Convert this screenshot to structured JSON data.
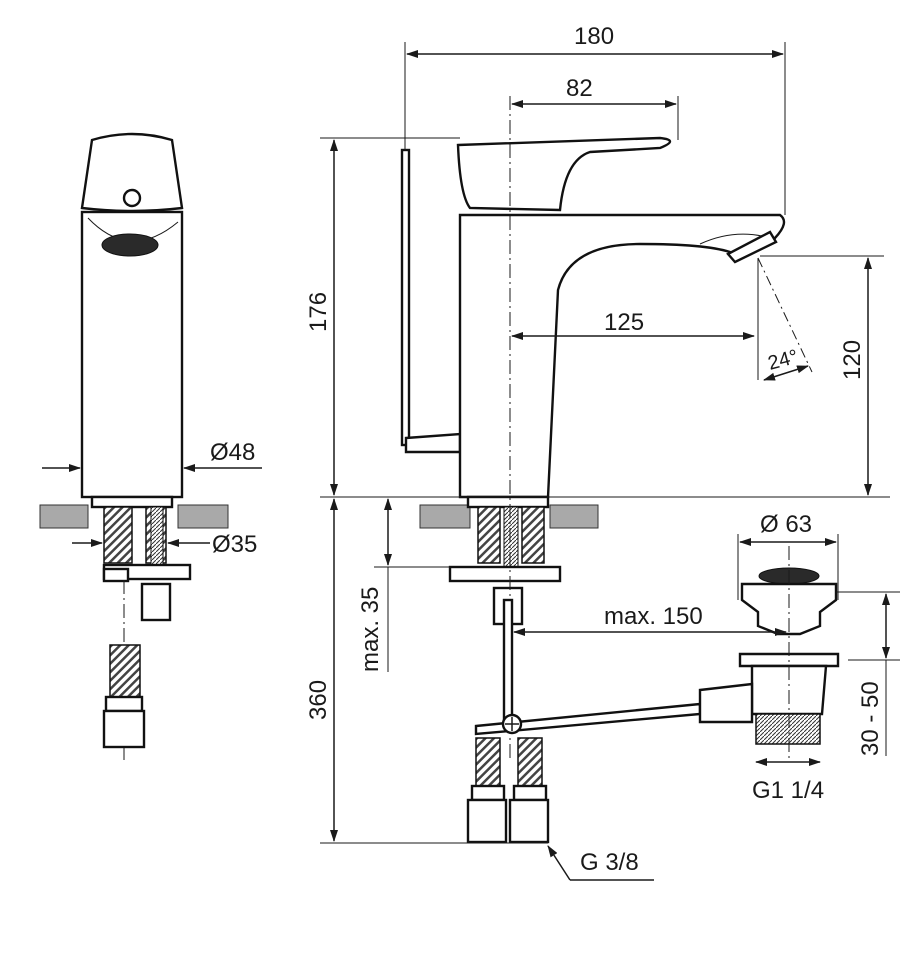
{
  "dimensions": {
    "overall_length": "180",
    "lever_reach": "82",
    "spout_reach": "125",
    "height": "176",
    "spout_height": "120",
    "spray_angle": "24°",
    "body_diameter": "Ø48",
    "shank_diameter": "Ø35",
    "max_counter_thickness": "max. 35",
    "below_counter_length": "360",
    "max_pop_up_distance": "max. 150",
    "waste_diameter": "Ø 63",
    "waste_range": "30 - 50",
    "waste_thread": "G1 1/4",
    "hose_thread": "G 3/8"
  }
}
